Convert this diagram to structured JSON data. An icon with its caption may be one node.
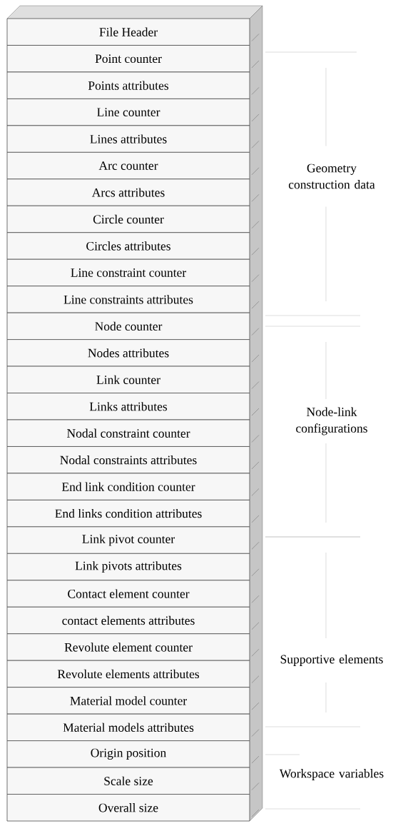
{
  "diagram": {
    "nodes": [
      {
        "text": [
          "File Header"
        ]
      },
      {
        "text": [
          "Point counter"
        ]
      },
      {
        "text": [
          "Points attributes"
        ]
      },
      {
        "text": [
          "Line counter"
        ]
      },
      {
        "text": [
          "Lines attributes"
        ]
      },
      {
        "text": [
          "Arc counter"
        ]
      },
      {
        "text": [
          "Arcs attributes"
        ]
      },
      {
        "text": [
          "Circle counter"
        ]
      },
      {
        "text": [
          "Circles attributes"
        ]
      },
      {
        "text": [
          "Line constraint counter"
        ]
      },
      {
        "text": [
          "Line constraints attributes"
        ]
      },
      {
        "text": [
          "Node counter"
        ]
      },
      {
        "text": [
          "Nodes attributes"
        ]
      },
      {
        "text": [
          "Link counter"
        ]
      },
      {
        "text": [
          "Links attributes"
        ]
      },
      {
        "text": [
          "Nodal constraint counter"
        ]
      },
      {
        "text": [
          "Nodal constraints attributes"
        ]
      },
      {
        "text": [
          "End link condition counter"
        ]
      },
      {
        "text": [
          "End links condition attributes"
        ]
      },
      {
        "text": [
          "Link pivot counter"
        ]
      },
      {
        "text": [
          "Link pivots attributes"
        ]
      },
      {
        "text": [
          "Contact element counter"
        ]
      },
      {
        "text": [
          "contact elements attributes"
        ]
      },
      {
        "text": [
          "Revolute element counter"
        ]
      },
      {
        "text": [
          "Revolute elements attributes"
        ]
      },
      {
        "text": [
          "Material model counter"
        ]
      },
      {
        "text": [
          "Material models attributes"
        ]
      },
      {
        "text": [
          "Origin position"
        ]
      },
      {
        "text": [
          "Scale size"
        ]
      },
      {
        "text": [
          "Overall size"
        ]
      }
    ],
    "labels": [
      "Geometry construction data",
      "Node-link configurations",
      "Supportive elements",
      "Workspace variables"
    ]
  }
}
